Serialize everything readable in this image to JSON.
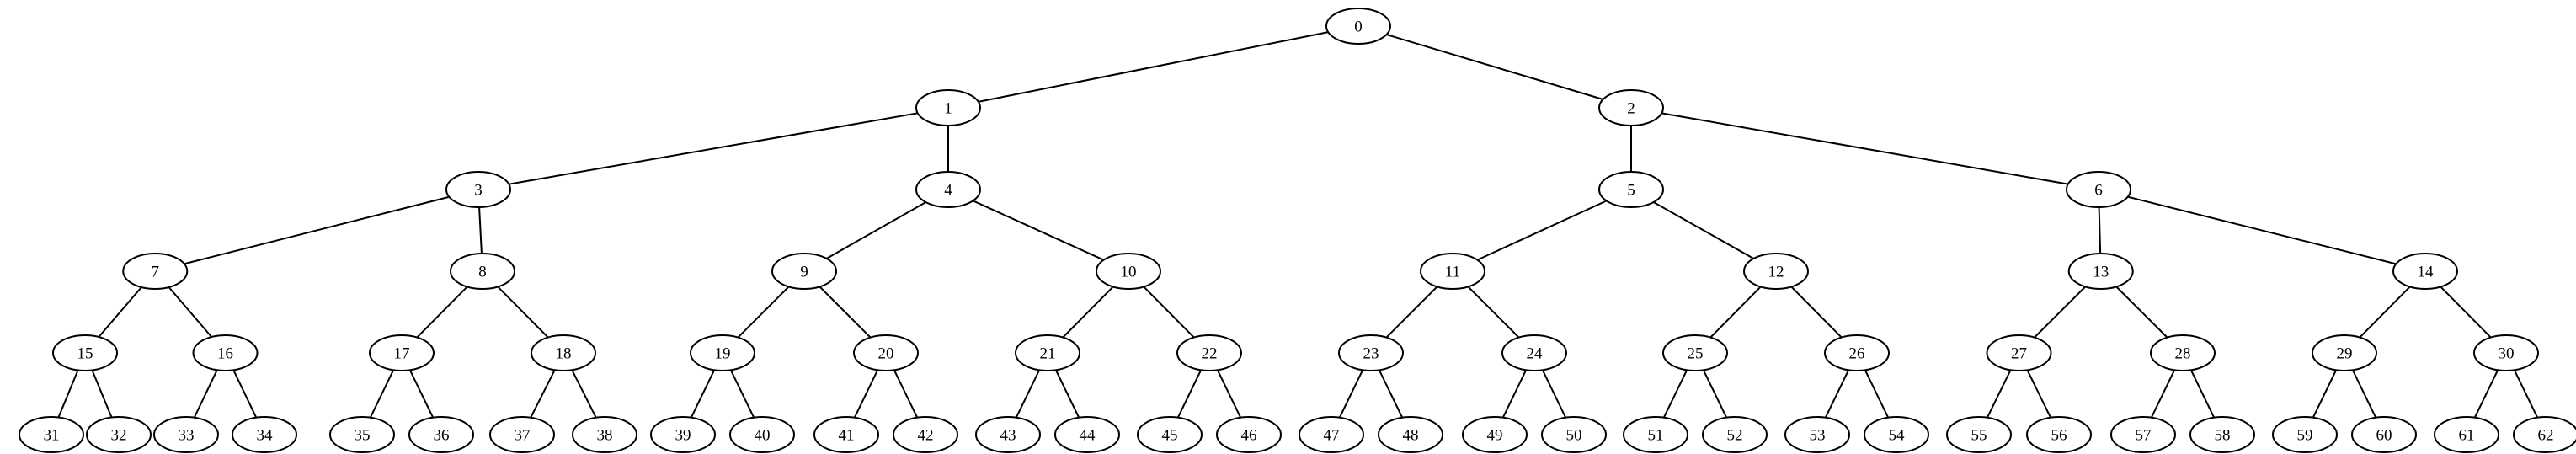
{
  "diagram": {
    "type": "binary-tree",
    "colors": {
      "background": "#ffffff",
      "stroke": "#000000",
      "text": "#000000"
    },
    "nodes": [
      {
        "id": 0,
        "label": "0"
      },
      {
        "id": 1,
        "label": "1"
      },
      {
        "id": 2,
        "label": "2"
      },
      {
        "id": 3,
        "label": "3"
      },
      {
        "id": 4,
        "label": "4"
      },
      {
        "id": 5,
        "label": "5"
      },
      {
        "id": 6,
        "label": "6"
      },
      {
        "id": 7,
        "label": "7"
      },
      {
        "id": 8,
        "label": "8"
      },
      {
        "id": 9,
        "label": "9"
      },
      {
        "id": 10,
        "label": "10"
      },
      {
        "id": 11,
        "label": "11"
      },
      {
        "id": 12,
        "label": "12"
      },
      {
        "id": 13,
        "label": "13"
      },
      {
        "id": 14,
        "label": "14"
      },
      {
        "id": 15,
        "label": "15"
      },
      {
        "id": 16,
        "label": "16"
      },
      {
        "id": 17,
        "label": "17"
      },
      {
        "id": 18,
        "label": "18"
      },
      {
        "id": 19,
        "label": "19"
      },
      {
        "id": 20,
        "label": "20"
      },
      {
        "id": 21,
        "label": "21"
      },
      {
        "id": 22,
        "label": "22"
      },
      {
        "id": 23,
        "label": "23"
      },
      {
        "id": 24,
        "label": "24"
      },
      {
        "id": 25,
        "label": "25"
      },
      {
        "id": 26,
        "label": "26"
      },
      {
        "id": 27,
        "label": "27"
      },
      {
        "id": 28,
        "label": "28"
      },
      {
        "id": 29,
        "label": "29"
      },
      {
        "id": 30,
        "label": "30"
      },
      {
        "id": 31,
        "label": "31"
      },
      {
        "id": 32,
        "label": "32"
      },
      {
        "id": 33,
        "label": "33"
      },
      {
        "id": 34,
        "label": "34"
      },
      {
        "id": 35,
        "label": "35"
      },
      {
        "id": 36,
        "label": "36"
      },
      {
        "id": 37,
        "label": "37"
      },
      {
        "id": 38,
        "label": "38"
      },
      {
        "id": 39,
        "label": "39"
      },
      {
        "id": 40,
        "label": "40"
      },
      {
        "id": 41,
        "label": "41"
      },
      {
        "id": 42,
        "label": "42"
      },
      {
        "id": 43,
        "label": "43"
      },
      {
        "id": 44,
        "label": "44"
      },
      {
        "id": 45,
        "label": "45"
      },
      {
        "id": 46,
        "label": "46"
      },
      {
        "id": 47,
        "label": "47"
      },
      {
        "id": 48,
        "label": "48"
      },
      {
        "id": 49,
        "label": "49"
      },
      {
        "id": 50,
        "label": "50"
      },
      {
        "id": 51,
        "label": "51"
      },
      {
        "id": 52,
        "label": "52"
      },
      {
        "id": 53,
        "label": "53"
      },
      {
        "id": 54,
        "label": "54"
      },
      {
        "id": 55,
        "label": "55"
      },
      {
        "id": 56,
        "label": "56"
      },
      {
        "id": 57,
        "label": "57"
      },
      {
        "id": 58,
        "label": "58"
      },
      {
        "id": 59,
        "label": "59"
      },
      {
        "id": 60,
        "label": "60"
      },
      {
        "id": 61,
        "label": "61"
      },
      {
        "id": 62,
        "label": "62"
      }
    ],
    "edges": [
      [
        0,
        1
      ],
      [
        0,
        2
      ],
      [
        1,
        3
      ],
      [
        1,
        4
      ],
      [
        2,
        5
      ],
      [
        2,
        6
      ],
      [
        3,
        7
      ],
      [
        3,
        8
      ],
      [
        4,
        9
      ],
      [
        4,
        10
      ],
      [
        5,
        11
      ],
      [
        5,
        12
      ],
      [
        6,
        13
      ],
      [
        6,
        14
      ],
      [
        7,
        15
      ],
      [
        7,
        16
      ],
      [
        8,
        17
      ],
      [
        8,
        18
      ],
      [
        9,
        19
      ],
      [
        9,
        20
      ],
      [
        10,
        21
      ],
      [
        10,
        22
      ],
      [
        11,
        23
      ],
      [
        11,
        24
      ],
      [
        12,
        25
      ],
      [
        12,
        26
      ],
      [
        13,
        27
      ],
      [
        13,
        28
      ],
      [
        14,
        29
      ],
      [
        14,
        30
      ],
      [
        15,
        31
      ],
      [
        15,
        32
      ],
      [
        16,
        33
      ],
      [
        16,
        34
      ],
      [
        17,
        35
      ],
      [
        17,
        36
      ],
      [
        18,
        37
      ],
      [
        18,
        38
      ],
      [
        19,
        39
      ],
      [
        19,
        40
      ],
      [
        20,
        41
      ],
      [
        20,
        42
      ],
      [
        21,
        43
      ],
      [
        21,
        44
      ],
      [
        22,
        45
      ],
      [
        22,
        46
      ],
      [
        23,
        47
      ],
      [
        23,
        48
      ],
      [
        24,
        49
      ],
      [
        24,
        50
      ],
      [
        25,
        51
      ],
      [
        25,
        52
      ],
      [
        26,
        53
      ],
      [
        26,
        54
      ],
      [
        27,
        55
      ],
      [
        27,
        56
      ],
      [
        28,
        57
      ],
      [
        28,
        58
      ],
      [
        29,
        59
      ],
      [
        29,
        60
      ],
      [
        30,
        61
      ],
      [
        30,
        62
      ]
    ]
  }
}
